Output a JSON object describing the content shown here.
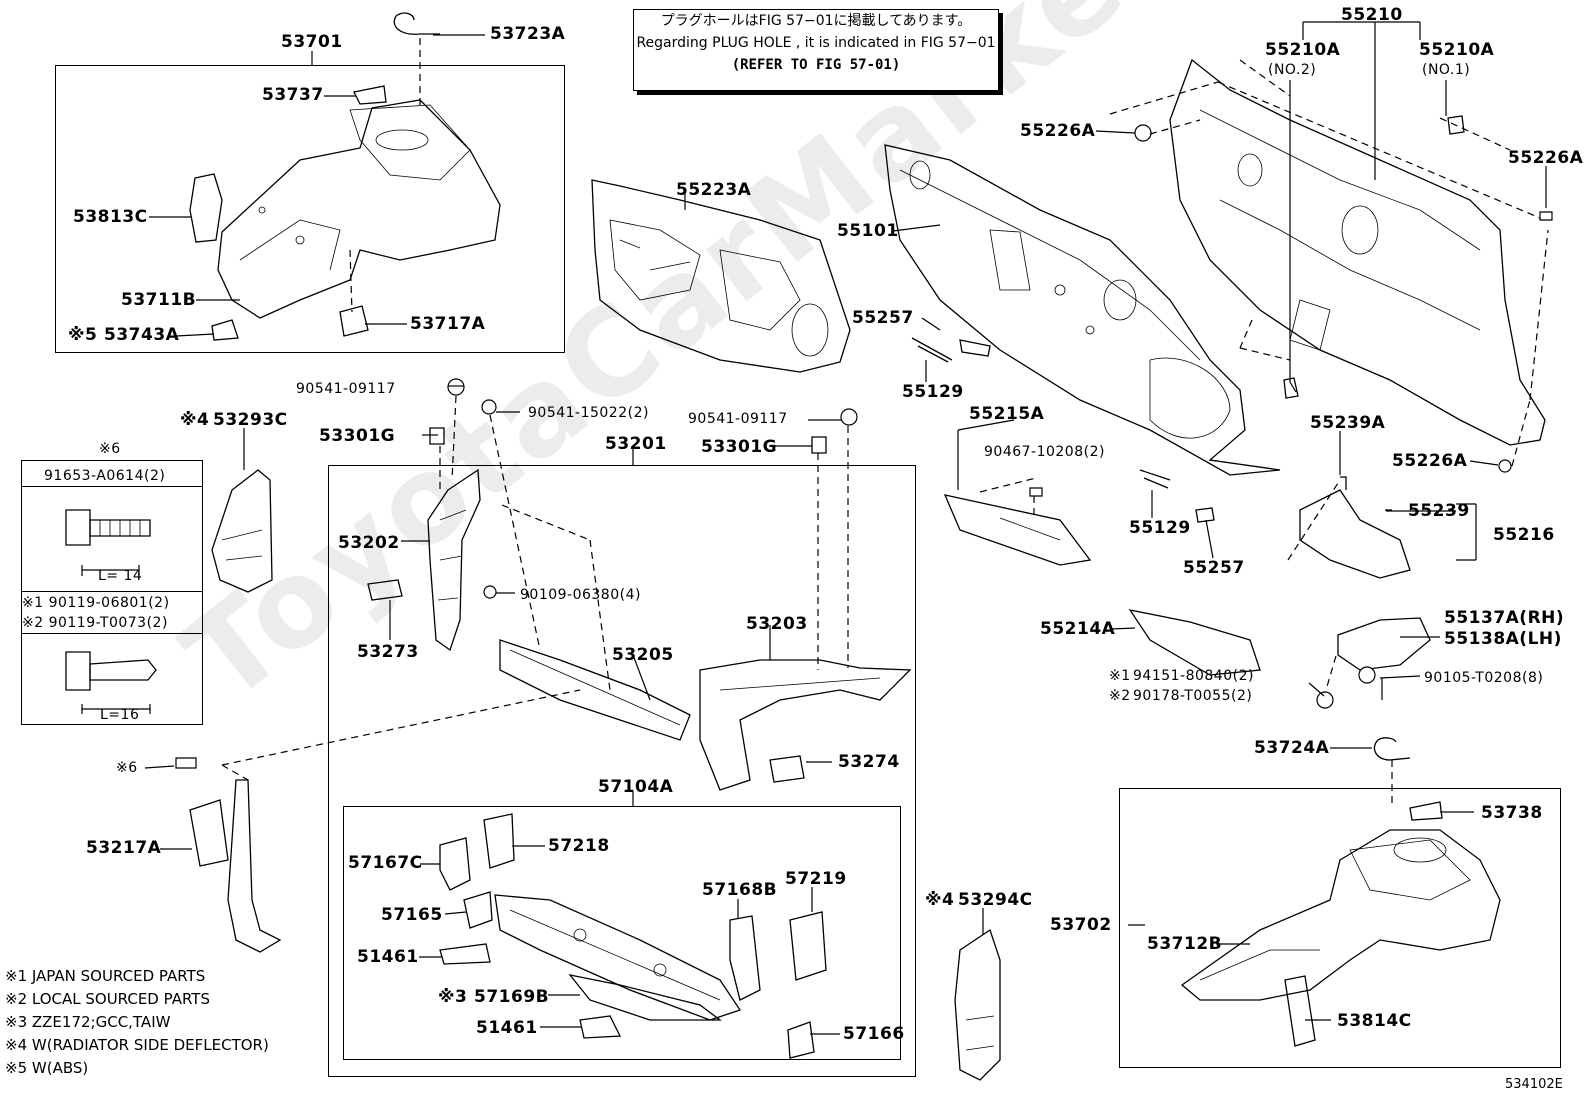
{
  "watermark": "ToyotaCarMarket",
  "reference_note": {
    "line1": "プラグホールはFIG 57−01に掲載してあります。",
    "line2": "Regarding  PLUG  HOLE , it is indicated in  FIG 57−01",
    "line3": "(REFER TO FIG 57-01)"
  },
  "labels": {
    "p53701": "53701",
    "p53723A": "53723A",
    "p53737": "53737",
    "p53813C": "53813C",
    "p53711B": "53711B",
    "p53717A": "53717A",
    "p53743A": "53743A",
    "mark5": "※5",
    "p55223A": "55223A",
    "p55101": "55101",
    "p55226A_1": "55226A",
    "p55226A_2": "55226A",
    "p55226A_3": "55226A",
    "p55210": "55210",
    "p55210A_no2": "55210A",
    "p55210A_no2_sub": "(NO.2)",
    "p55210A_no1": "55210A",
    "p55210A_no1_sub": "(NO.1)",
    "p55257_1": "55257",
    "p55257_2": "55257",
    "p55129_1": "55129",
    "p55129_2": "55129",
    "p55215A": "55215A",
    "p90467": "90467-10208(2)",
    "p55239A": "55239A",
    "p55239": "55239",
    "p55216": "55216",
    "p55214A": "55214A",
    "p55137A": "55137A(RH)",
    "p55138A": "55138A(LH)",
    "p94151": "94151-80840(2)",
    "p90178": "90178-T0055(2)",
    "mark1": "※1",
    "mark2": "※2",
    "p90105": "90105-T0208(8)",
    "p53724A": "53724A",
    "p53738": "53738",
    "p53702": "53702",
    "p53712B": "53712B",
    "p53814C": "53814C",
    "p90541_09117_L": "90541-09117",
    "p90541_15022": "90541-15022(2)",
    "p90541_09117_R": "90541-09117",
    "p53301G_L": "53301G",
    "p53301G_R": "53301G",
    "p53201": "53201",
    "p53202": "53202",
    "p53273": "53273",
    "p90109": "90109-06380(4)",
    "p53205": "53205",
    "p53203": "53203",
    "p53274": "53274",
    "p57104A": "57104A",
    "p57167C": "57167C",
    "p57218": "57218",
    "p57165": "57165",
    "p51461_1": "51461",
    "p51461_2": "51461",
    "p57169B": "57169B",
    "mark3": "※3",
    "p57168B": "57168B",
    "p57219": "57219",
    "p57166": "57166",
    "p53293C": "53293C",
    "mark4a": "※4",
    "p53294C": "53294C",
    "mark4b": "※4",
    "p53217A": "53217A",
    "mark6a": "※6",
    "mark6b": "※6",
    "bolt_box_title": "91653-A0614(2)",
    "bolt_len_1": "L= 14",
    "bolt_mark1": "※1 90119-06801(2)",
    "bolt_mark2": "※2 90119-T0073(2)",
    "bolt_len_2": "L=16"
  },
  "legend": [
    "※1 JAPAN SOURCED PARTS",
    "※2 LOCAL SOURCED PARTS",
    "※3 ZZE172;GCC,TAIW",
    "※4 W(RADIATOR SIDE DEFLECTOR)",
    "※5 W(ABS)"
  ],
  "figure_code": "534102E"
}
